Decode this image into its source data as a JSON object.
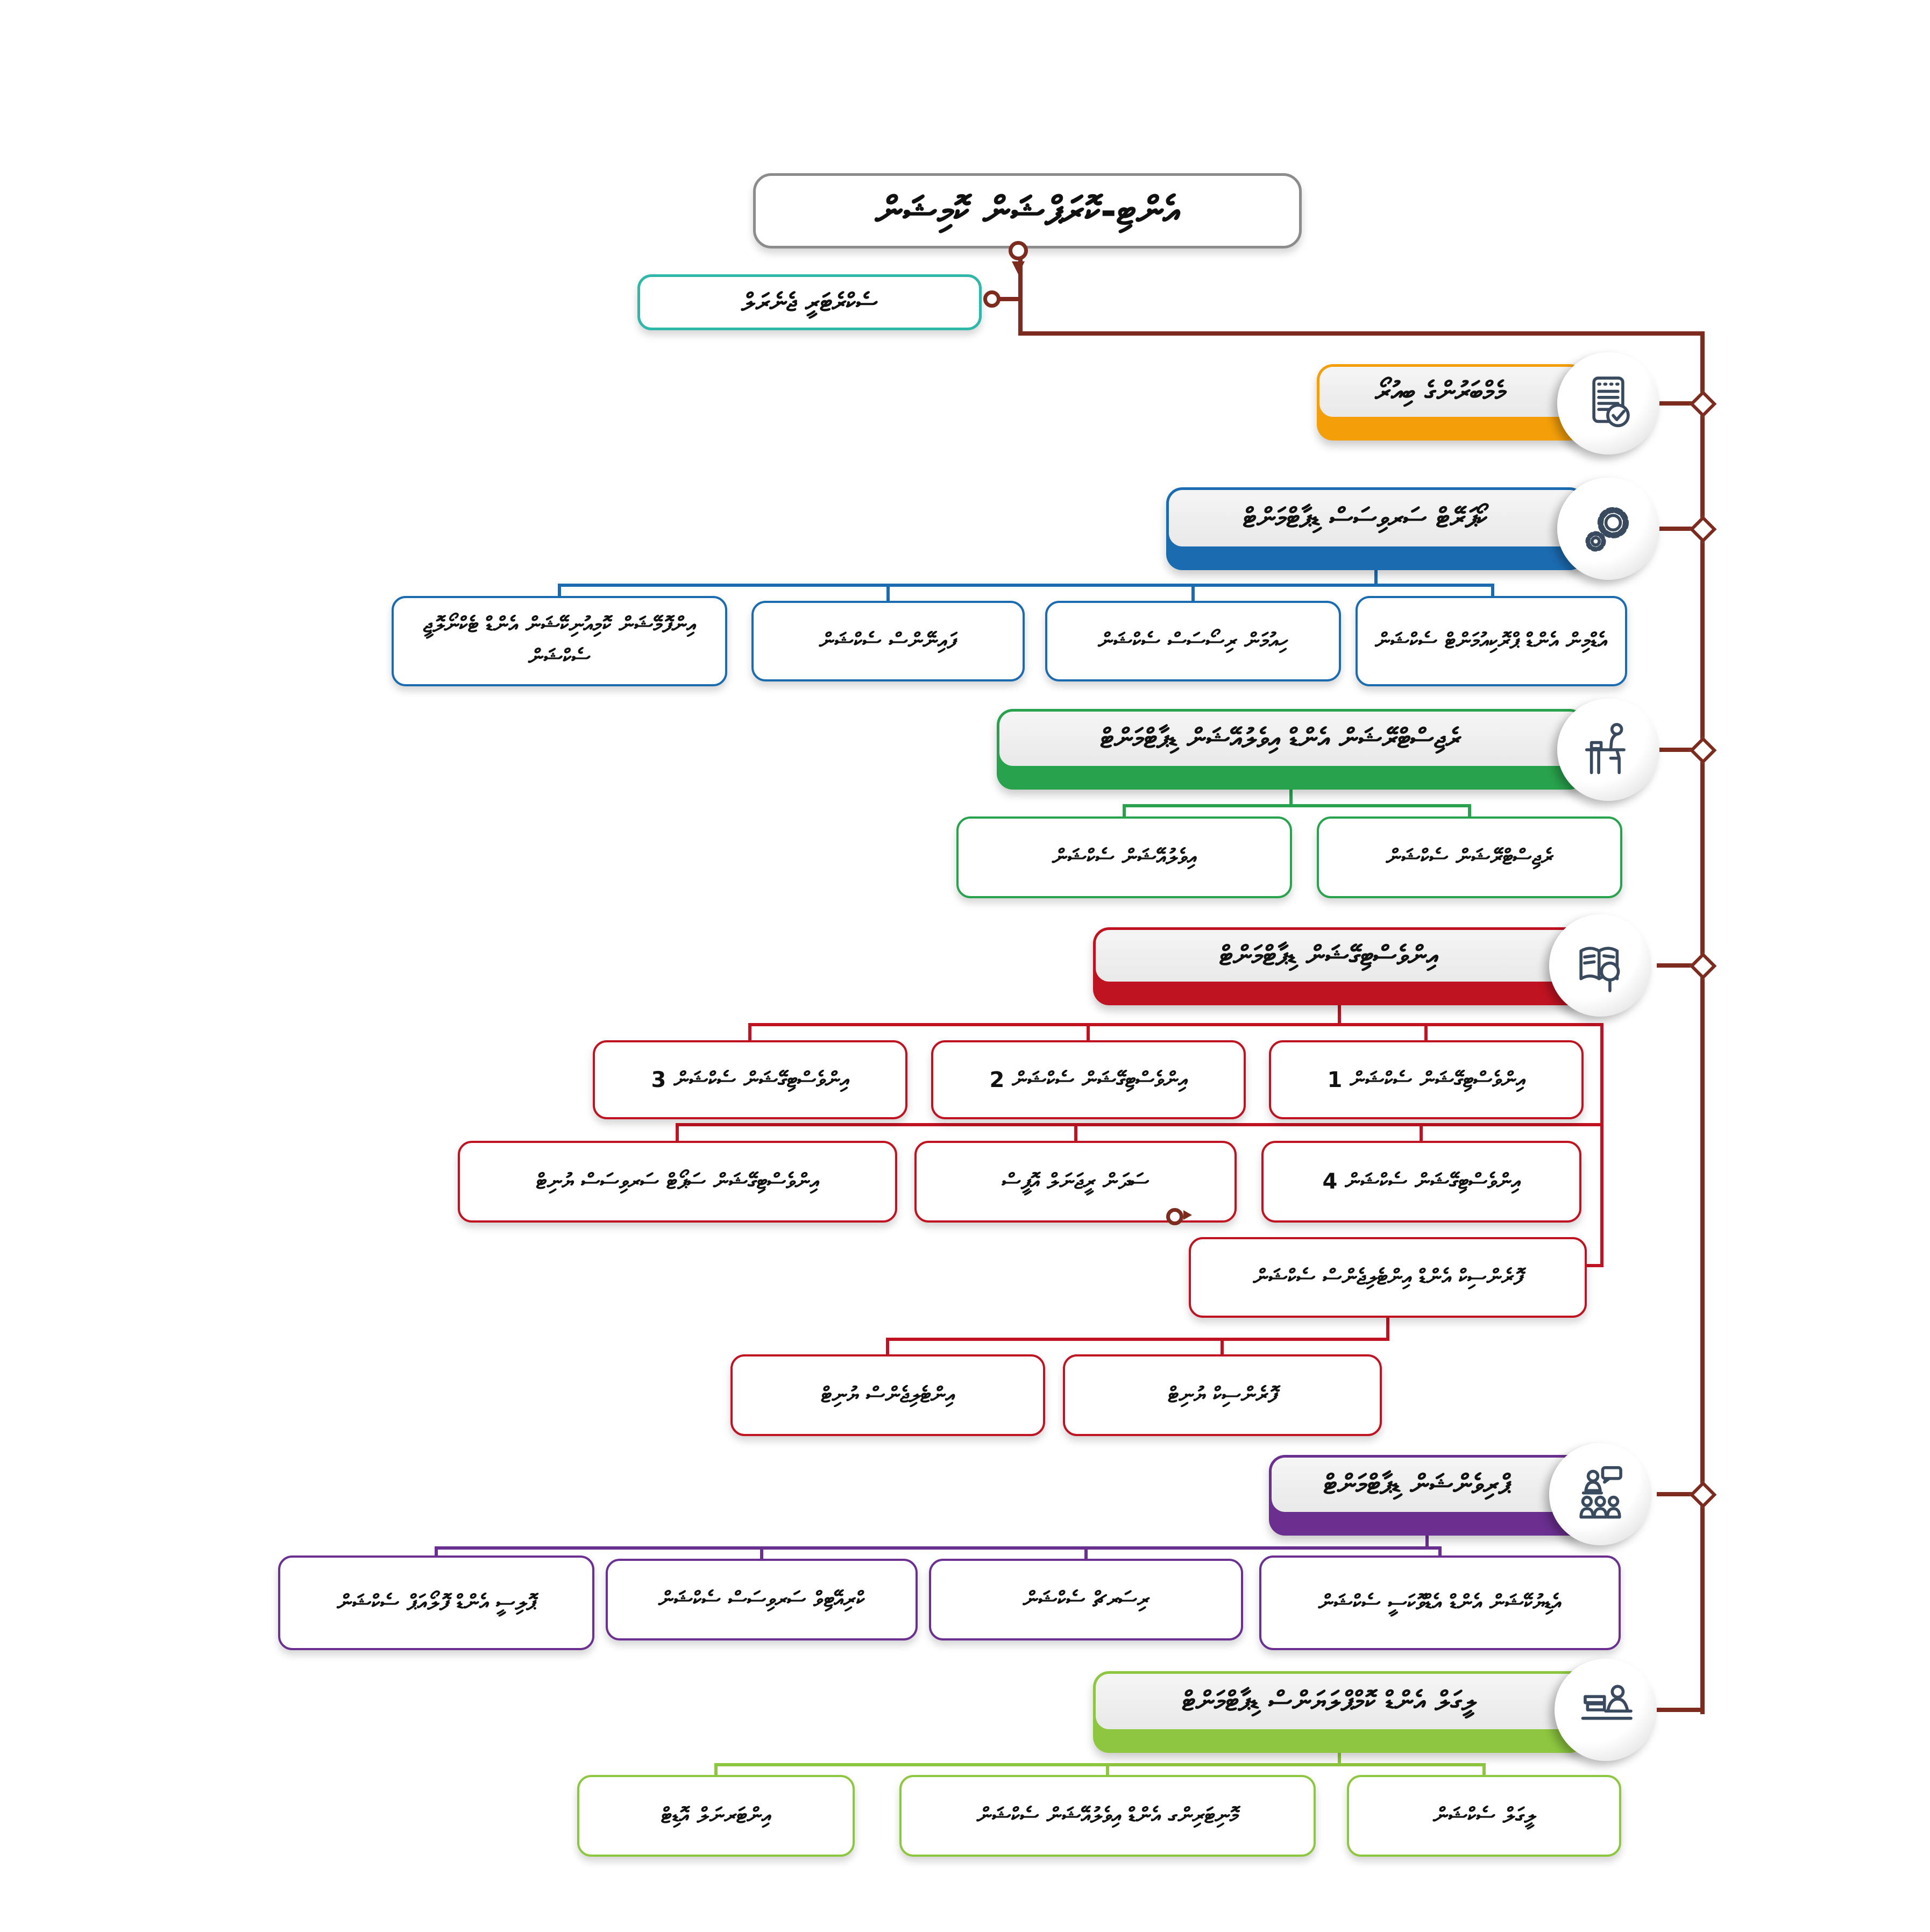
{
  "title": "އެންޓި-ކޮރަޕްޝަން ކޮމިޝަން",
  "secretary_general": "ސެކްރެޓަރީ ޖެނެރަލް",
  "colors": {
    "trunk": "#7D2B1E",
    "orange": "#F49F0A",
    "blue": "#1B6BB0",
    "green": "#28A24C",
    "red": "#C01322",
    "purple": "#6B2F90",
    "lime": "#8DC63F",
    "teal": "#2FB8A9",
    "header_fill": "#EFEFEF",
    "icon_stroke": "#3A4A5E"
  },
  "departments": [
    {
      "label": "މެމްބަރުންގެ ބިއުރޯ",
      "icon": "document-check-icon"
    },
    {
      "label": "ކޯޕަރޭޓް ސަރވިސަސް ޑިޕާޓްމަންޓް",
      "icon": "gears-icon",
      "children": [
        "އިންފޮމޭޝަން ކޮމިއުނިކޭޝަން އެންޑް ޓެކްނޯލޮޖީ ސެކްޝަން",
        "ފައިނޭންސް ސެކްޝަން",
        "ހިއުމަން ރިސޯސަސް ސެކްޝަން",
        "އެޑްމިން އެންޑް ޕްރޮކިއުމަންޓް ސެކްޝަން"
      ]
    },
    {
      "label": "ރެޖިސްޓްރޭޝަން އެންޑް އިވެލުއޭޝަން ޑިޕާޓްމަންޓް",
      "icon": "evaluation-desk-icon",
      "children": [
        "އިވެލުއޭޝަން ސެކްޝަން",
        "ރެޖިސްޓްރޭޝަން ސެކްޝަން"
      ]
    },
    {
      "label": "އިންވެސްޓިގޭޝަން ޑިޕާޓްމަންޓް",
      "icon": "book-magnifier-icon",
      "children": [
        "އިންވެސްޓިގޭޝަން ސެކްޝަން 1",
        "އިންވެސްޓިގޭޝަން ސެކްޝަން 2",
        "އިންވެސްޓިގޭޝަން ސެކްޝަން 3",
        "އިންވެސްޓިގޭޝަން ސެކްޝަން 4",
        "ސަދަން ރީޖަނަލް އޮފީސް",
        "އިންވެސްޓިގޭޝަން ސަޕޯޓް ސަރވިސަސް ޔުނިޓް"
      ],
      "forensic": {
        "label": "ފޮރެންސިކް އެންޑް އިންޓެލިޖެންސް ސެކްޝަން",
        "children": [
          "ފޮރެންސިކް ޔުނިޓް",
          "އިންޓެލިޖެންސް ޔުނިޓް"
        ]
      }
    },
    {
      "label": "ޕްރިވެންޝަން ޑިޕާޓްމަންޓް",
      "icon": "training-icon",
      "children": [
        "އެޑިޔުކޭޝަން އެންޑް އެޑްވޮކަސީ ސެކްޝަން",
        "ރިސަރޗް ސެކްޝަން",
        "ކްރިއޭޓިވް ސަރވިސަސް ސެކްޝަން",
        "ޕޮލިސީ އެންޑް ފޮލޯއަޕް ސެކްޝަން"
      ]
    },
    {
      "label": "ލީގަލް އެންޑް ކޮމްޕްލަޔަންސް ޑިޕާޓްމަންޓް",
      "icon": "legal-icon",
      "children": [
        "ލީގަލް ސެކްޝަން",
        "މޮނިޓަރިންގ އެންޑް އިވެލުއޭޝަން ސެކްޝަން",
        "އިންޓަރނަލް އޮޑިޓް"
      ]
    }
  ]
}
